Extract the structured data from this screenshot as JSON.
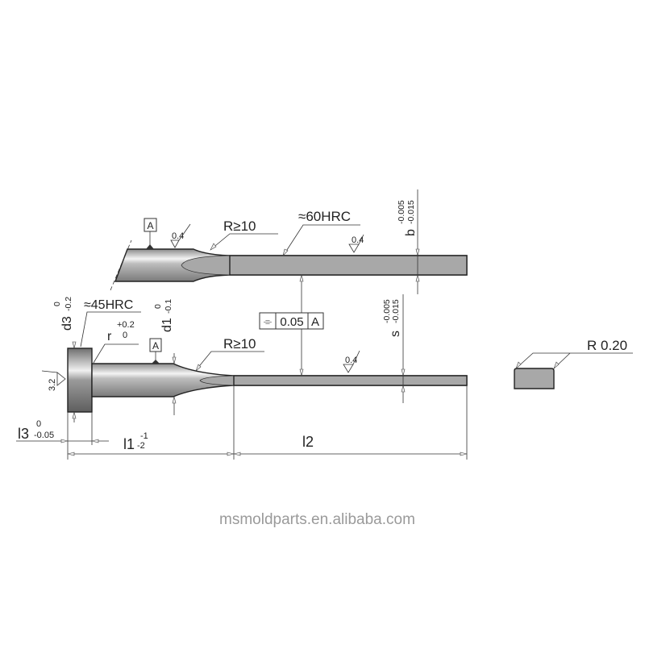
{
  "drawing": {
    "datum_label": "A",
    "roughness_fine": "0.4",
    "roughness_head": "3.2",
    "radius_transition": "R≥10",
    "hardness_pin": "≈60HRC",
    "hardness_head": "≈45HRC",
    "dim_b": {
      "label": "b",
      "upper": "-0.005",
      "lower": "-0.015"
    },
    "dim_s": {
      "label": "s",
      "upper": "-0.005",
      "lower": "-0.015"
    },
    "dim_d3": {
      "label": "d3",
      "upper": "0",
      "lower": "-0.2"
    },
    "dim_d1": {
      "label": "d1",
      "upper": "0",
      "lower": "-0.1"
    },
    "dim_r": {
      "label": "r",
      "upper": "+0.2",
      "lower": "0"
    },
    "dim_l3": {
      "label": "l3",
      "upper": "0",
      "lower": "-0.05"
    },
    "dim_l1": {
      "label": "l1",
      "upper": "-1",
      "lower": "-2"
    },
    "dim_l2": {
      "label": "l2"
    },
    "tolerance_frame": {
      "symbol": "⌯",
      "value": "0.05",
      "datum": "A"
    },
    "edge_radius": "R 0.20",
    "watermark": "msmoldparts.en.alibaba.com"
  },
  "colors": {
    "steel": "#a8a8a8",
    "outline": "#222222"
  }
}
